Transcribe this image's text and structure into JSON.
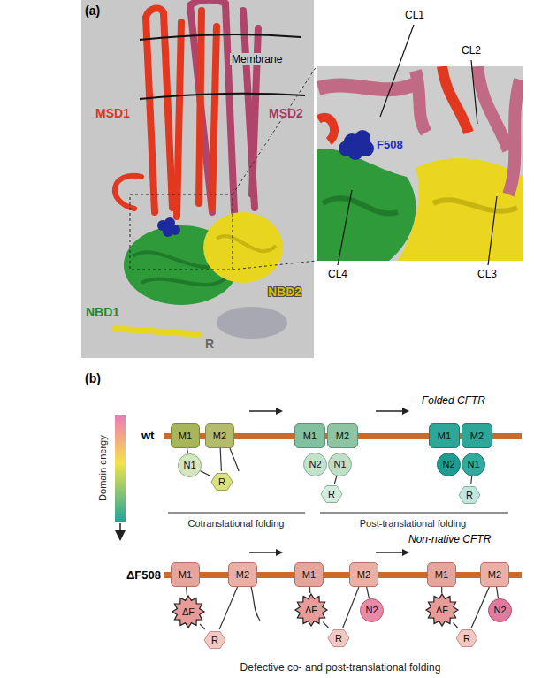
{
  "diagram": {
    "nodes": [
      {
        "text": [
          "M1"
        ]
      },
      {
        "text": [
          "M2"
        ]
      },
      {
        "text": [
          "N1"
        ]
      },
      {
        "text": [
          "R"
        ]
      },
      {
        "text": [
          "M1"
        ]
      },
      {
        "text": [
          "M2"
        ]
      },
      {
        "text": [
          "N2"
        ]
      },
      {
        "text": [
          "N1"
        ]
      },
      {
        "text": [
          "R"
        ]
      },
      {
        "text": [
          "M1"
        ]
      },
      {
        "text": [
          "M2"
        ]
      },
      {
        "text": [
          "N2"
        ]
      },
      {
        "text": [
          "N1"
        ]
      },
      {
        "text": [
          "R"
        ]
      },
      {
        "text": [
          "M1"
        ]
      },
      {
        "text": [
          "M2"
        ]
      },
      {
        "text": [
          "ΔF"
        ]
      },
      {
        "text": [
          "R"
        ]
      },
      {
        "text": [
          "M1"
        ]
      },
      {
        "text": [
          "M2"
        ]
      },
      {
        "text": [
          "ΔF"
        ]
      },
      {
        "text": [
          "R"
        ]
      },
      {
        "text": [
          "N2"
        ]
      },
      {
        "text": [
          "M1"
        ]
      },
      {
        "text": [
          "M2"
        ]
      },
      {
        "text": [
          "ΔF"
        ]
      },
      {
        "text": [
          "R"
        ]
      },
      {
        "text": [
          "N2"
        ]
      }
    ],
    "edges": [
      {
        "from": 0,
        "to": 2,
        "arrow": "none"
      },
      {
        "from": 2,
        "to": 3,
        "arrow": "none"
      },
      {
        "from": 3,
        "to": 1,
        "arrow": "none"
      },
      {
        "from": 7,
        "to": 8,
        "arrow": "none"
      },
      {
        "from": 12,
        "to": 13,
        "arrow": "none"
      },
      {
        "from": 14,
        "to": 16,
        "arrow": "none"
      },
      {
        "from": 16,
        "to": 17,
        "arrow": "none"
      },
      {
        "from": 17,
        "to": 15,
        "arrow": "none"
      },
      {
        "from": 18,
        "to": 20,
        "arrow": "none"
      },
      {
        "from": 20,
        "to": 21,
        "arrow": "none"
      },
      {
        "from": 21,
        "to": 19,
        "arrow": "none"
      },
      {
        "from": 19,
        "to": 22,
        "arrow": "none"
      },
      {
        "from": 23,
        "to": 25,
        "arrow": "none"
      },
      {
        "from": 25,
        "to": 26,
        "arrow": "none"
      },
      {
        "from": 26,
        "to": 24,
        "arrow": "none"
      },
      {
        "from": 24,
        "to": 27,
        "arrow": "none"
      }
    ],
    "labels": [
      "(a)",
      "Membrane",
      "MSD1",
      "MSD2",
      "NBD1",
      "NBD2",
      "R",
      "CL1",
      "CL2",
      "F508",
      "CL4",
      "CL3",
      "(b)",
      "Domain energy",
      "wt",
      "Folded CFTR",
      "Cotranslational folding",
      "Post-translational folding",
      "ΔF508",
      "Non-native CFTR",
      "Defective co- and post-translational folding"
    ]
  }
}
